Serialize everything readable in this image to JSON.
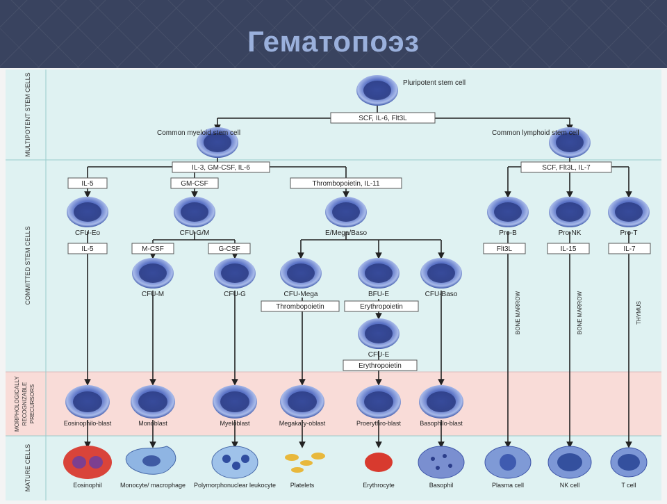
{
  "slide_title": "Гематопоэз",
  "bands": [
    {
      "id": "multipotent",
      "label": "MULTIPOTENT STEM CELLS"
    },
    {
      "id": "committed",
      "label": "COMMITTED STEM CELLS"
    },
    {
      "id": "precursors",
      "label": "MORPHOLOGICALLY RECOGNIZABLE PRECURSORS"
    },
    {
      "id": "mature",
      "label": "MATURE CELLS"
    }
  ],
  "cells": {
    "pluripotent": "Pluripotent stem cell",
    "myeloid": "Common myeloid stem cell",
    "lymphoid": "Common lymphoid stem cell",
    "cfu_eo": "CFU-Eo",
    "cfu_gm": "CFU-G/M",
    "e_mega_baso": "E/Mega/Baso",
    "pro_b": "Pro-B",
    "pro_nk": "Pro-NK",
    "pro_t": "Pro-T",
    "cfu_m": "CFU-M",
    "cfu_g": "CFU-G",
    "cfu_mega": "CFU-Mega",
    "bfu_e": "BFU-E",
    "cfu_baso": "CFU-Baso",
    "cfu_e": "CFU-E",
    "eosinophiloblast": "Eosinophilo-blast",
    "monoblast": "Monoblast",
    "myeloblast": "Myeloblast",
    "megakaryoblast": "Megakary-oblast",
    "proerythroblast": "Proerythro-blast",
    "basophiloblast": "Basophilo-blast",
    "eosinophil": "Eosinophil",
    "monocyte": "Monocyte/ macrophage",
    "polymorph": "Polymorphonuclear leukocyte",
    "platelets": "Platelets",
    "erythrocyte": "Erythrocyte",
    "basophil": "Basophil",
    "plasma": "Plasma cell",
    "nk": "NK cell",
    "tcell": "T cell"
  },
  "factors": {
    "f1": "SCF, IL-6, Flt3L",
    "f2": "IL-3, GM-CSF, IL-6",
    "f3": "SCF, Flt3L, IL-7",
    "f4": "IL-5",
    "f5": "GM-CSF",
    "f6": "Thrombopoietin, IL-11",
    "f7": "IL-5",
    "f8": "M-CSF",
    "f9": "G-CSF",
    "f10": "Flt3L",
    "f11": "IL-15",
    "f12": "IL-7",
    "f13": "Thrombopoietin",
    "f14": "Erythropoietin",
    "f15": "Erythropoietin"
  },
  "locations": {
    "bm1": "BONE MARROW",
    "bm2": "BONE MARROW",
    "thymus": "THYMUS"
  }
}
